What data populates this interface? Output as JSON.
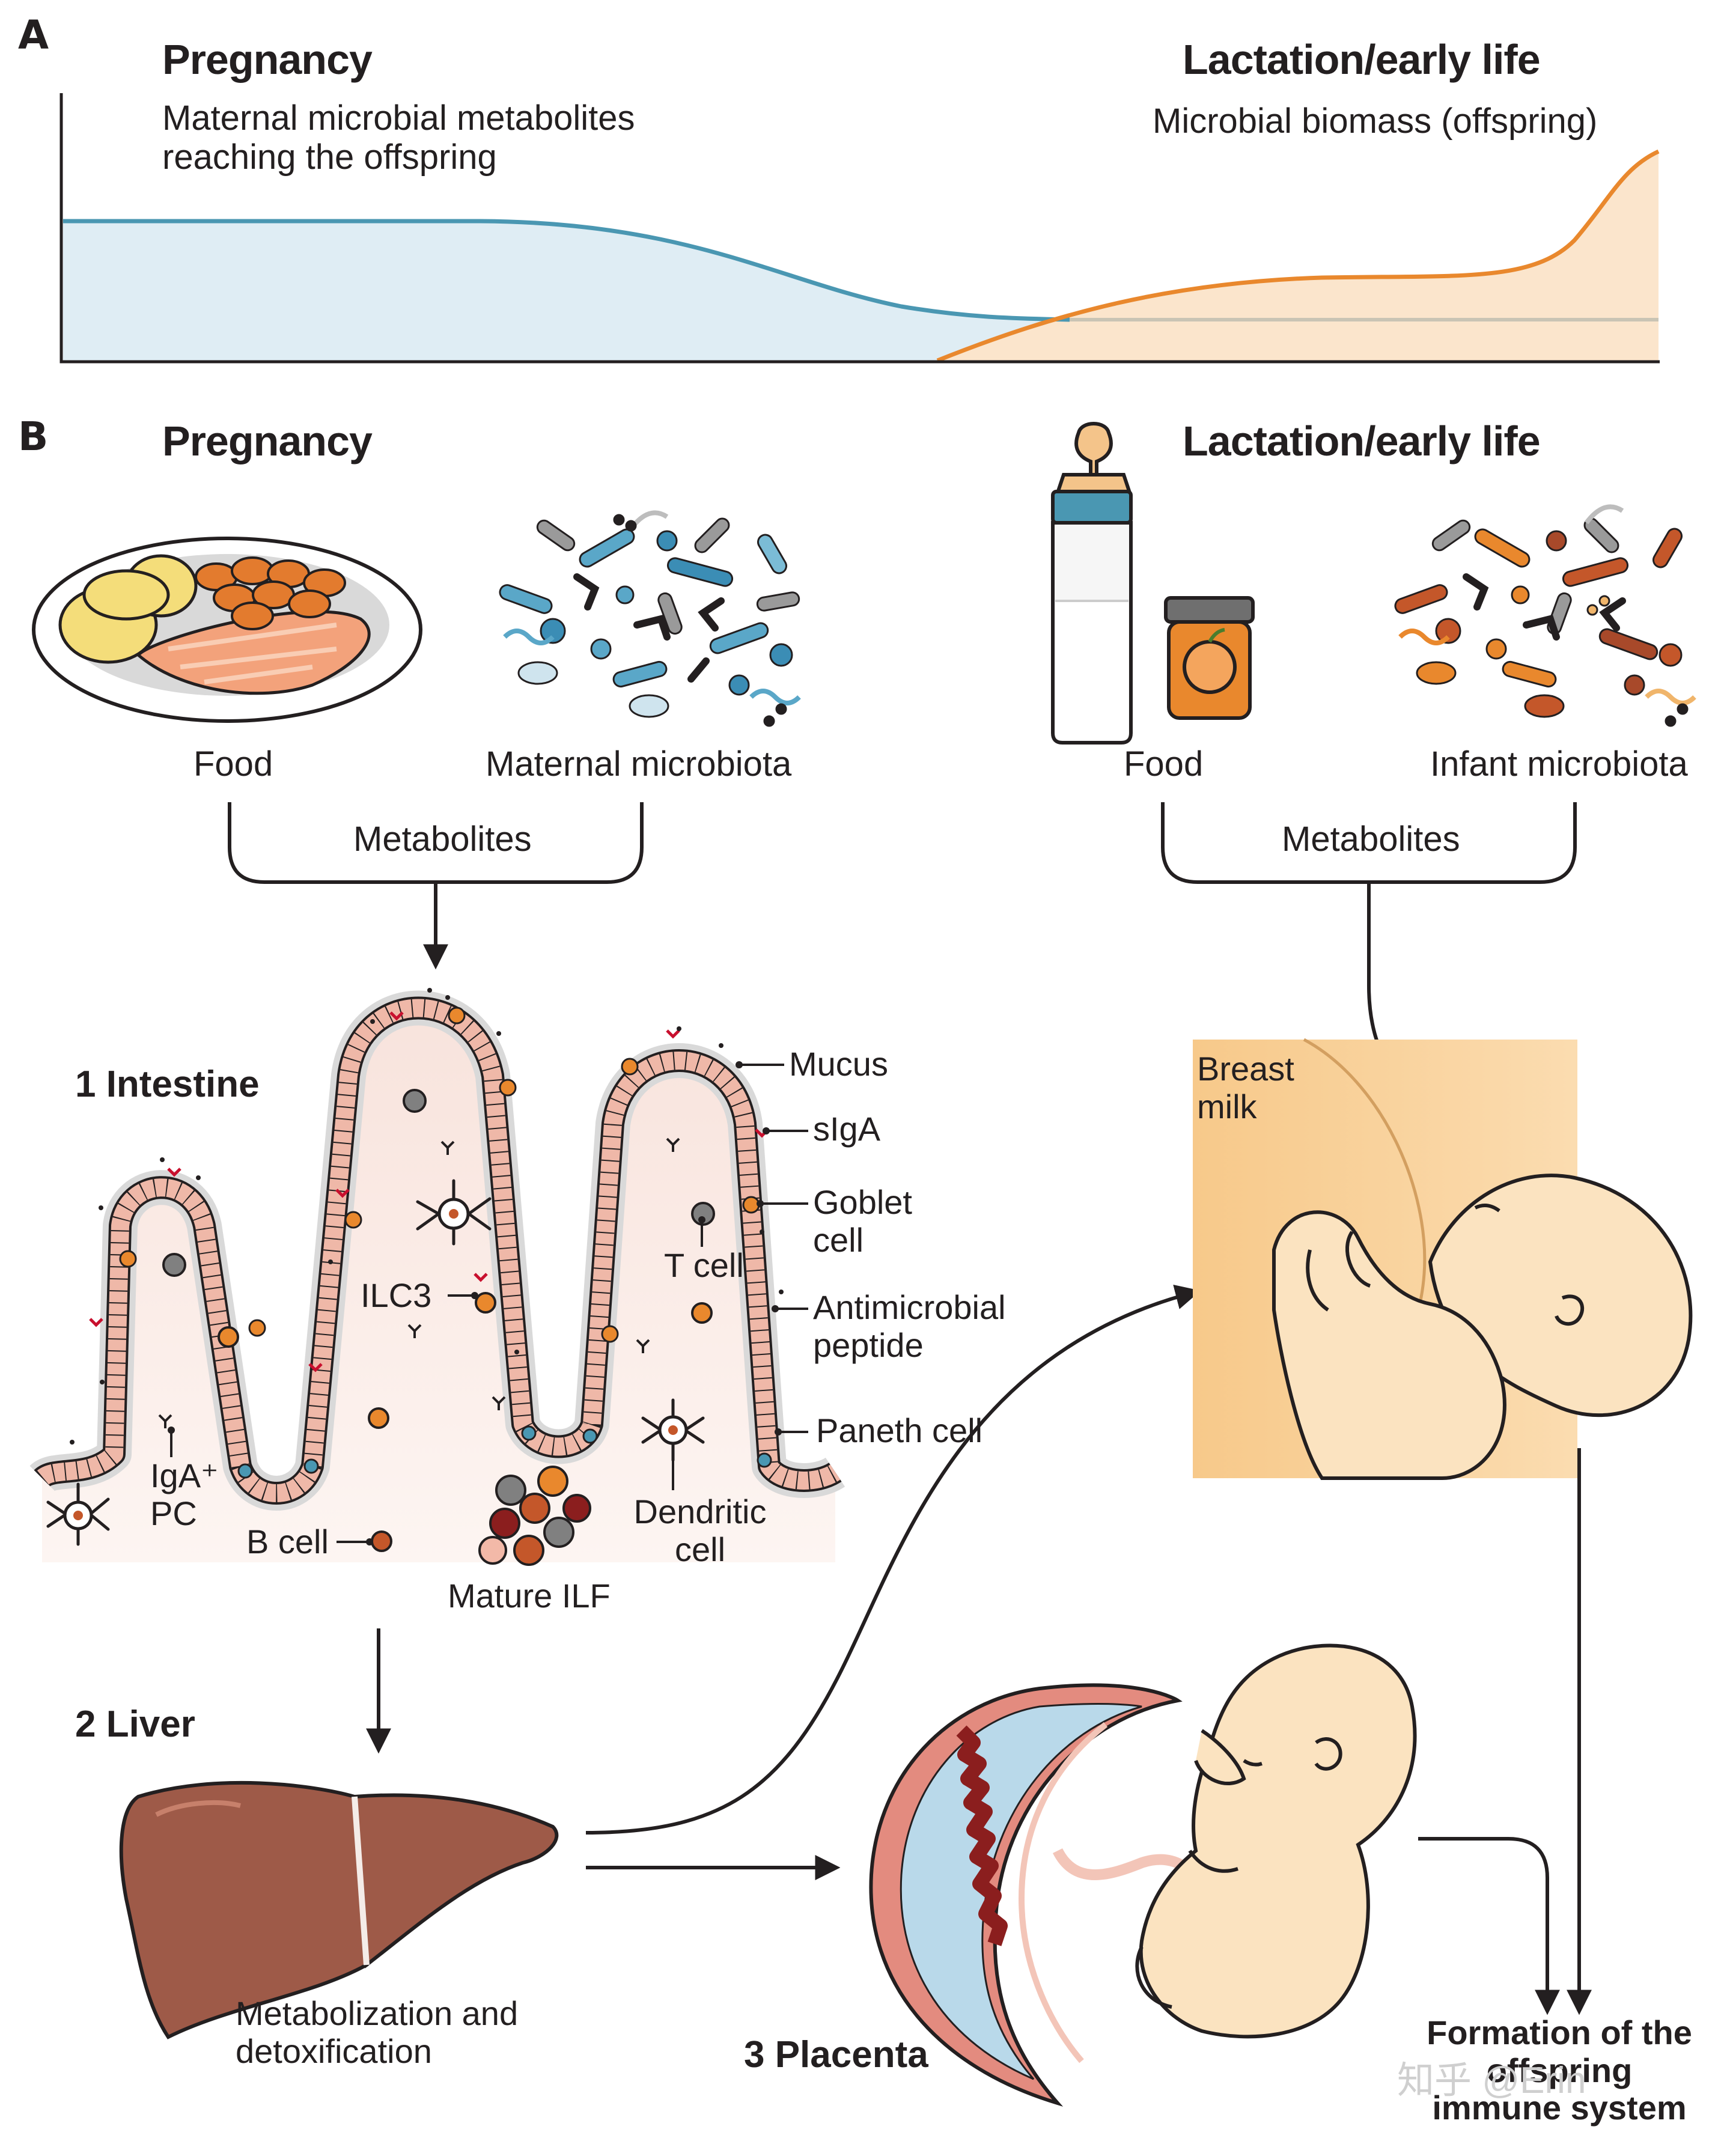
{
  "panel_a": {
    "letter": "A",
    "left_title": "Pregnancy",
    "left_subtitle": "Maternal microbial metabolites reaching the offspring",
    "right_title": "Lactation/early life",
    "right_subtitle": "Microbial biomass (offspring)",
    "colors": {
      "maternal_curve": "#4a97b2",
      "maternal_fill": "#dfedf4",
      "offspring_curve": "#e9882d",
      "offspring_fill": "#fbe5cc"
    }
  },
  "panel_b": {
    "letter": "B",
    "left_title": "Pregnancy",
    "right_title": "Lactation/early life",
    "pregnancy_sources": {
      "food": "Food",
      "microbiota": "Maternal microbiota",
      "metabolites": "Metabolites"
    },
    "lactation_sources": {
      "food": "Food",
      "microbiota": "Infant microbiota",
      "metabolites": "Metabolites"
    },
    "intestine": {
      "title": "1  Intestine",
      "labels": {
        "mucus": "Mucus",
        "siga": "sIgA",
        "goblet": "Goblet cell",
        "antimicrobial": "Antimicrobial peptide",
        "paneth": "Paneth cell",
        "tcell": "T cell",
        "ilc3": "ILC3",
        "iga_pc": "IgA⁺ PC",
        "bcell": "B cell",
        "ilf": "Mature ILF",
        "dendritic": "Dendritic cell"
      }
    },
    "liver": {
      "title": "2  Liver",
      "caption": "Metabolization and detoxification"
    },
    "placenta": {
      "title": "3  Placenta"
    },
    "breast_milk": "Breast milk",
    "outcome": "Formation of the offspring immune system",
    "watermark": "知乎 @Erin"
  }
}
